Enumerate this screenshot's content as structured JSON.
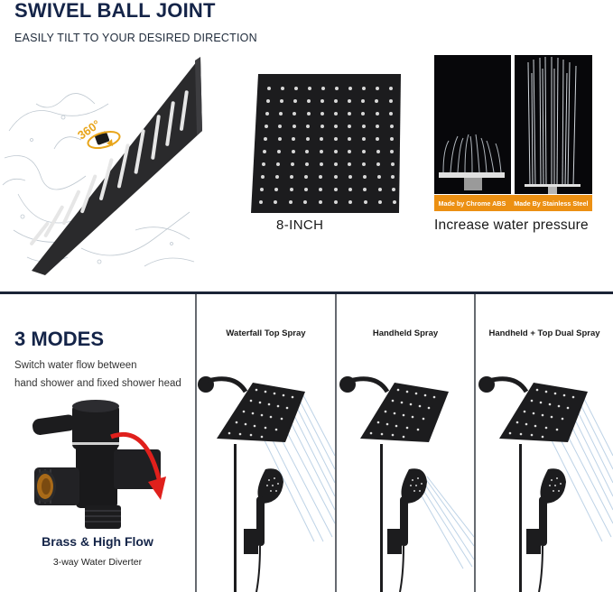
{
  "header": {
    "title": "SWIVEL BALL JOINT",
    "subtitle": "EASILY TILT TO YOUR DESIRED DIRECTION"
  },
  "swivel": {
    "rotation_label": "360°",
    "accent_color": "#e8a51a"
  },
  "size_panel": {
    "label": "8-INCH",
    "nozzle_grid": {
      "rows": 10,
      "cols": 10
    }
  },
  "pressure_panel": {
    "left_caption": "Made by Chrome ABS",
    "right_caption": "Made By Stainless Steel",
    "label": "Increase water pressure",
    "caption_bar_color": "#ec9013"
  },
  "modes_section": {
    "title": "3 MODES",
    "description_line1": "Switch water flow between",
    "description_line2": "hand shower and fixed shower head",
    "diverter": {
      "label": "Brass & High Flow",
      "sublabel": "3-way Water Diverter",
      "arrow_color": "#e0201c"
    },
    "modes": [
      {
        "label": "Waterfall Top Spray",
        "top_spray": true,
        "hand_spray": false
      },
      {
        "label": "Handheld Spray",
        "top_spray": false,
        "hand_spray": true
      },
      {
        "label": "Handheld + Top Dual Spray",
        "top_spray": true,
        "hand_spray": true
      }
    ]
  },
  "colors": {
    "heading_navy": "#142448",
    "divider": "#1b2436",
    "product_black": "#1c1c1e"
  }
}
